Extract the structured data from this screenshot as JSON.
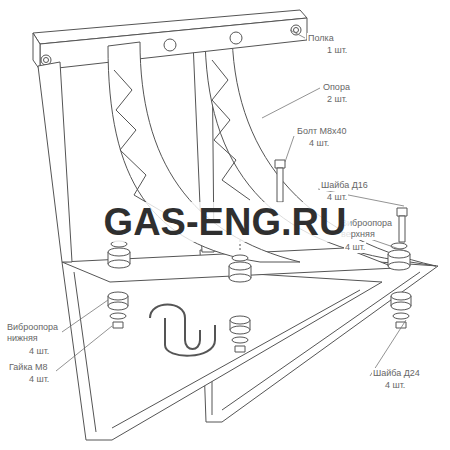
{
  "diagram": {
    "labels": [
      "Полка",
      "1 шт.",
      "Опора",
      "2 шт.",
      "Болт М8х40",
      "4 шт.",
      "Шайба Д16",
      "4 шт.",
      "Виброопора верхняя",
      "4 шт.",
      "Виброопора нижняя",
      "4 шт.",
      "Гайка М8",
      "4 шт.",
      "Шайба Д24",
      "4 шт.",
      "GAS-ENG.RU"
    ]
  }
}
